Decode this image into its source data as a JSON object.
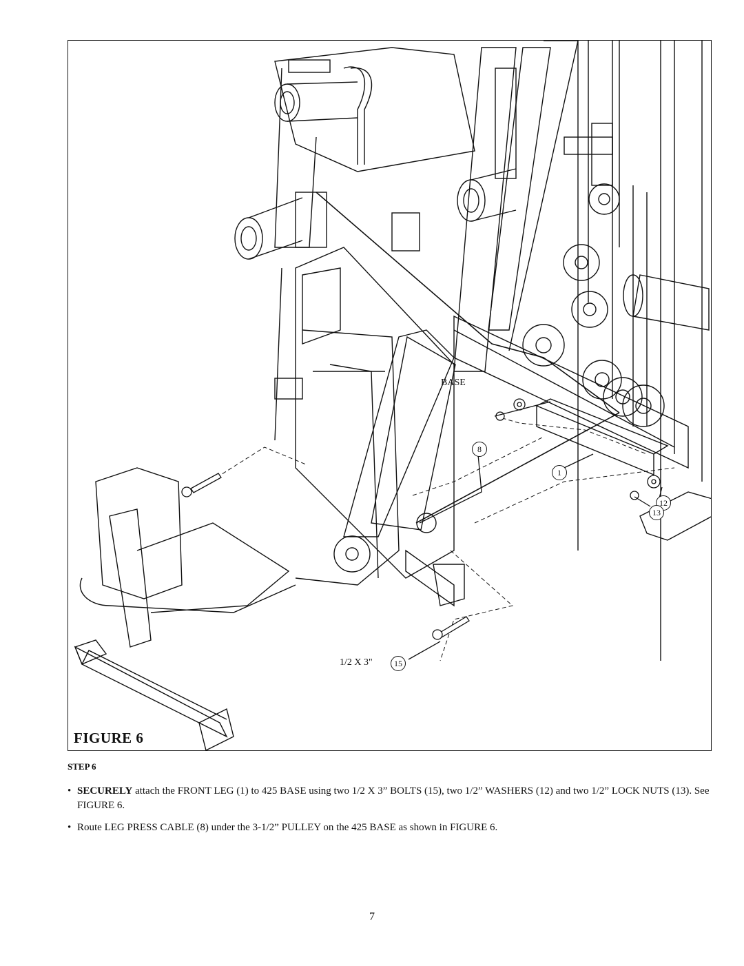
{
  "figure": {
    "title": "FIGURE 6",
    "labels": {
      "base": "BASE",
      "bolt_size": "1/2 X 3\""
    },
    "callouts": {
      "cable": "8",
      "front_leg": "1",
      "washer": "12",
      "lock_nut": "13",
      "bolt": "15"
    }
  },
  "step": {
    "title": "STEP 6",
    "items": [
      {
        "bullet": "•",
        "emphasis": "SECURELY",
        "text": " attach the FRONT LEG (1) to 425 BASE using two 1/2 X 3” BOLTS (15), two 1/2” WASHERS (12) and two 1/2” LOCK NUTS (13). See FIGURE 6."
      },
      {
        "bullet": "•",
        "emphasis": "",
        "text": "Route LEG PRESS CABLE (8) under the 3-1/2” PULLEY on the 425 BASE as shown in FIGURE 6."
      }
    ]
  },
  "page_number": "7"
}
